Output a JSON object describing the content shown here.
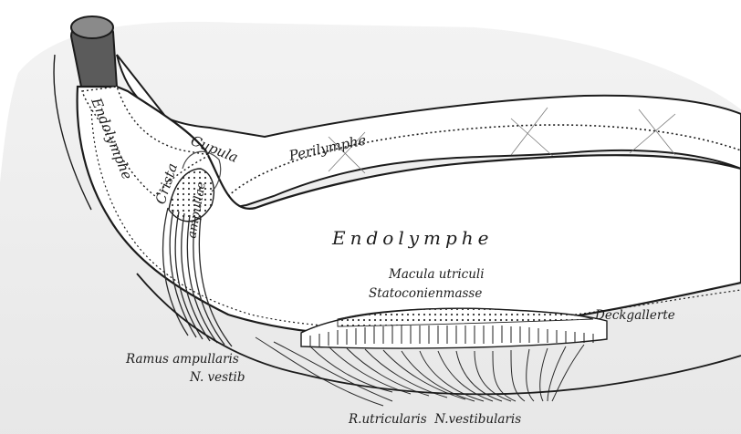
{
  "labels": {
    "endolymphe_canal": "Endolymphe",
    "crista": "Crista",
    "cupula": "Cupula",
    "ampullae": "ampullae",
    "perilymphe": "Perilymphe",
    "endolymphe_main": "Endolymphe",
    "macula": "Macula utriculi",
    "statoconien": "Statoconienmasse",
    "deckgallerte": "Deckgallerte",
    "ramus_line1": "Ramus ampullaris",
    "ramus_line2": "N. vestib",
    "nerve_bottom": "R.utricularis  N.vestibularis"
  },
  "colors": {
    "ink": "#1c1c1c",
    "shade": "#d8d8d8",
    "dark_canal": "#5b5b5b",
    "fibers": "#2a2a2a"
  }
}
